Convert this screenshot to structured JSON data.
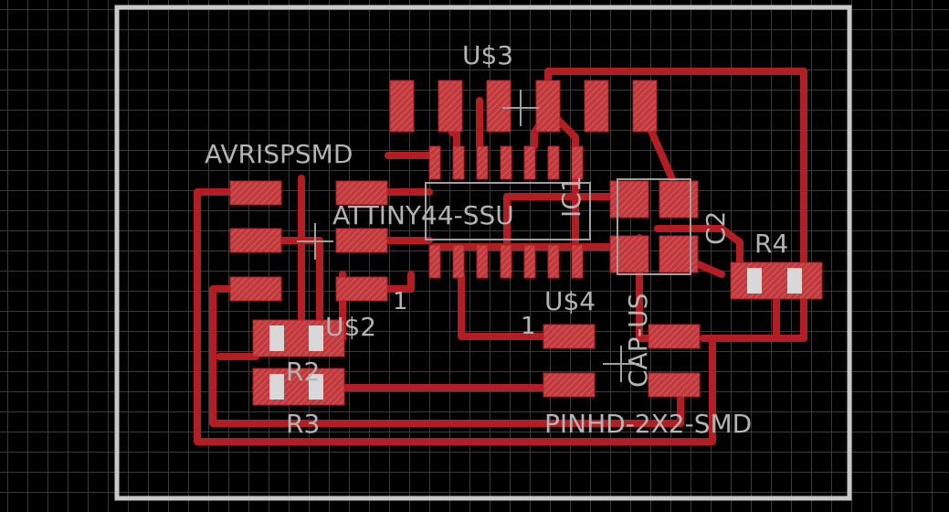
{
  "labels": {
    "u3": "U$3",
    "avrispsmd": "AVRISPSMD",
    "attiny": "ATTINY44-SSU",
    "ic1": "IC1",
    "c2": "C2",
    "r4": "R4",
    "u4": "U$4",
    "u2": "U$2",
    "r2": "R2",
    "r3": "R3",
    "pin1_a": "1",
    "pin1_b": "1",
    "cap_us": "CAP-US",
    "pinhd": "PINHD-2X2-SMD"
  },
  "colors": {
    "background": "#000000",
    "grid": "#3a3a3a",
    "outline": "#c8c8c8",
    "trace": "#b21e24",
    "pad": "#c0393d",
    "label": "#b4b4b4"
  }
}
